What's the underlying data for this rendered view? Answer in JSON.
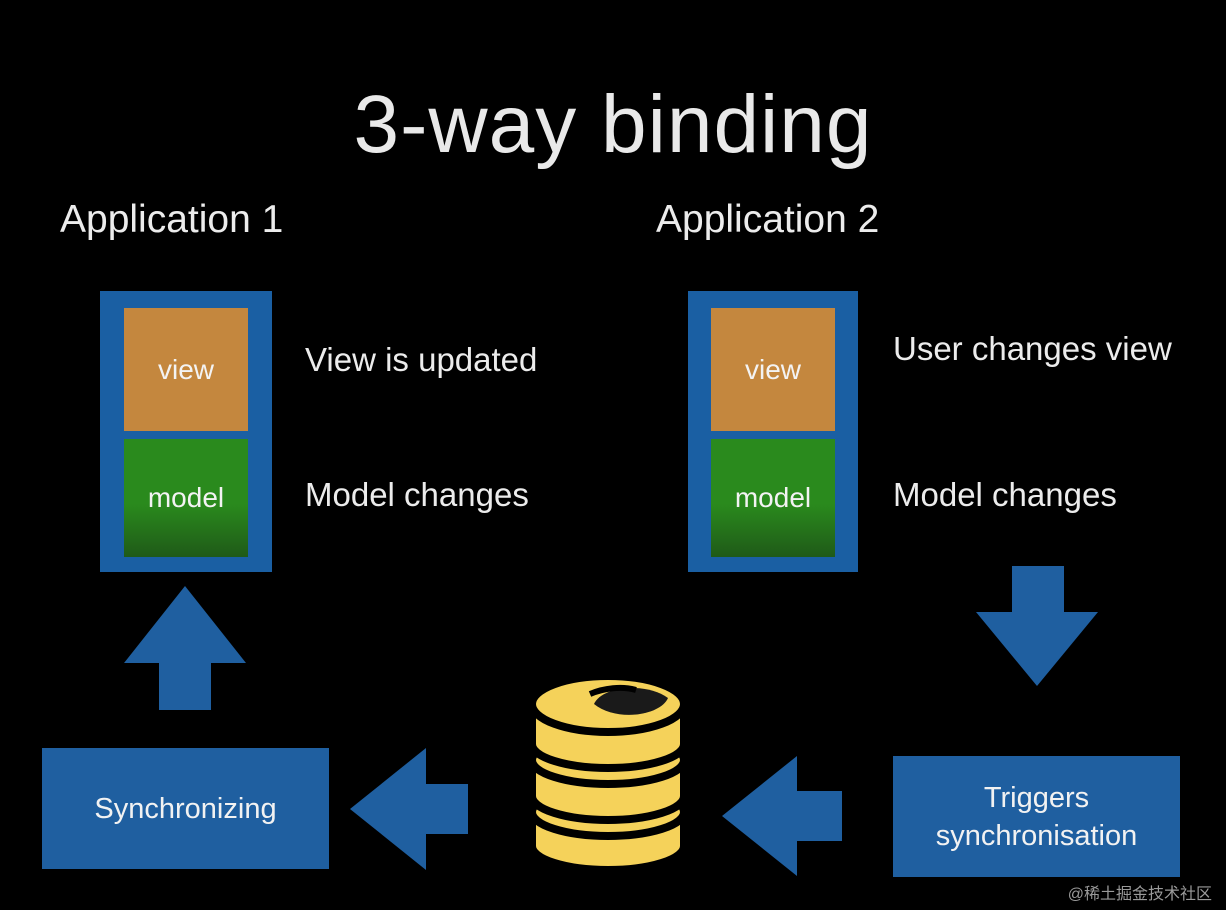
{
  "title": "3-way binding",
  "app1": {
    "heading": "Application 1",
    "view_label": "view",
    "model_label": "model",
    "view_note": "View is updated",
    "model_note": "Model changes"
  },
  "app2": {
    "heading": "Application 2",
    "view_label": "view",
    "model_label": "model",
    "view_note": "User changes view",
    "model_note": "Model changes"
  },
  "sync_box": {
    "label": "Synchronizing"
  },
  "trigger_box": {
    "line1": "Triggers",
    "line2": "synchronisation"
  },
  "watermark": "@稀土掘金技术社区",
  "colors": {
    "background": "#000000",
    "frame_blue": "#1a5fa3",
    "view_orange": "#c4873e",
    "model_green": "#2a8a1d",
    "database_yellow": "#f5d25a"
  },
  "icons": [
    "arrow-up-icon",
    "arrow-down-icon",
    "arrow-left-icon",
    "database-icon"
  ]
}
